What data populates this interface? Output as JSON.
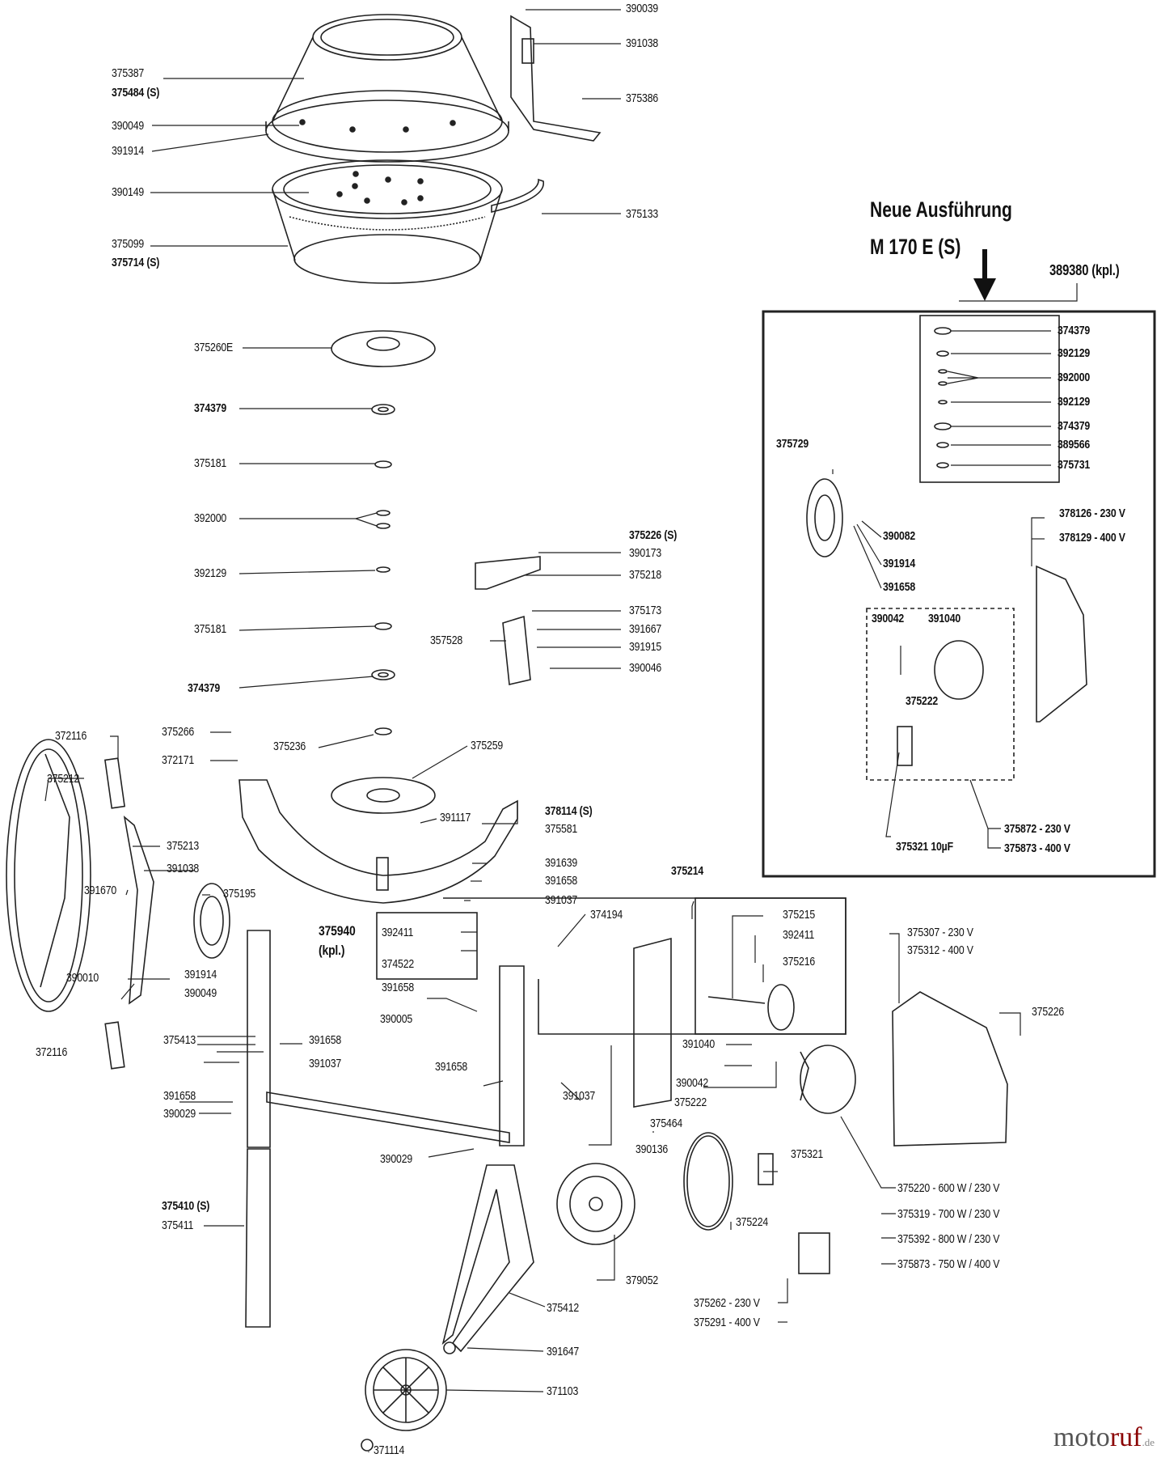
{
  "heading": {
    "line1": "Neue Ausführung",
    "line2": "M 170 E (S)",
    "kit": "389380 (kpl.)"
  },
  "brand": {
    "name_a": "moto",
    "name_b": "ruf",
    "suffix": ".de"
  },
  "labels": {
    "p390039": "390039",
    "p391038a": "391038",
    "p375387": "375387",
    "p375484s": "375484 (S)",
    "p375386": "375386",
    "p390049a": "390049",
    "p391914a": "391914",
    "p390149": "390149",
    "p375133": "375133",
    "p375099": "375099",
    "p375714s": "375714 (S)",
    "p375260e": "375260E",
    "p374379a": "374379",
    "p375181a": "375181",
    "p392000a": "392000",
    "p392129a": "392129",
    "p375181b": "375181",
    "p374379b": "374379",
    "p375226s": "375226 (S)",
    "p390173": "390173",
    "p375218": "375218",
    "p375173": "375173",
    "p357528": "357528",
    "p391667": "391667",
    "p391915": "391915",
    "p390046": "390046",
    "p375266": "375266",
    "p372171": "372171",
    "p375236": "375236",
    "p375259": "375259",
    "p372116a": "372116",
    "p375212": "375212",
    "p391117": "391117",
    "p378114s": "378114 (S)",
    "p375581": "375581",
    "p375213": "375213",
    "p391038b": "391038",
    "p391670": "391670",
    "p375195": "375195",
    "p391639": "391639",
    "p391658a": "391658",
    "p391037a": "391037",
    "p374194": "374194",
    "p375214": "375214",
    "p375215": "375215",
    "p392411b": "392411",
    "p375216": "375216",
    "p375940": "375940",
    "p375940kpl": "(kpl.)",
    "p392411a": "392411",
    "p374522": "374522",
    "p391658b": "391658",
    "p390010": "390010",
    "p391914b": "391914",
    "p390049b": "390049",
    "p390005": "390005",
    "p375413": "375413",
    "p391658c": "391658",
    "p391037b": "391037",
    "p391658d": "391658",
    "p372116b": "372116",
    "p391658e": "391658",
    "p390029a": "390029",
    "p391037c": "391037",
    "p390029b": "390029",
    "p391040a": "391040",
    "p390042a": "390042",
    "p375222a": "375222",
    "p375464": "375464",
    "p390136": "390136",
    "p375321a": "375321",
    "p375224": "375224",
    "p375410s": "375410 (S)",
    "p375411": "375411",
    "p379052": "379052",
    "p375412": "375412",
    "p391647": "391647",
    "p371103": "371103",
    "p371114": "371114",
    "p375307": "375307 - 230 V",
    "p375312": "375312 - 400 V",
    "p375226": "375226",
    "p375220": "375220 - 600 W / 230 V",
    "p375319": "375319 - 700 W / 230 V",
    "p375392": "375392 - 800 W / 230 V",
    "p375873m": "375873 - 750 W / 400 V",
    "p375262": "375262 - 230 V",
    "p375291": "375291 - 400 V",
    "k374379a": "374379",
    "k392129a": "392129",
    "k392000": "392000",
    "k392129b": "392129",
    "k374379b": "374379",
    "k389566": "389566",
    "k375731": "375731",
    "k375729": "375729",
    "k390082": "390082",
    "k391914": "391914",
    "k391658": "391658",
    "k378126": "378126 - 230 V",
    "k378129": "378129 - 400 V",
    "k390042": "390042",
    "k391040": "391040",
    "k375222": "375222",
    "k375321": "375321 10µF",
    "k375872": "375872 - 230 V",
    "k375873": "375873 - 400 V"
  }
}
